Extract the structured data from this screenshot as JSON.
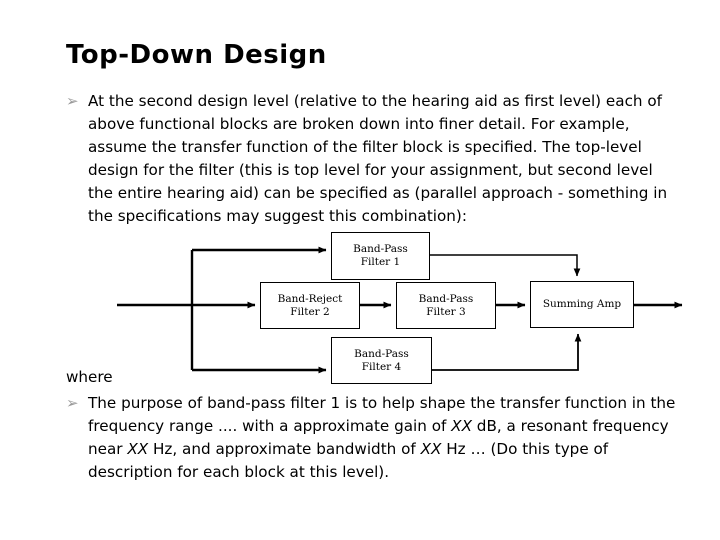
{
  "slide": {
    "title": "Top-Down Design",
    "bullet_glyph": "➢",
    "where_label": "where"
  },
  "body": {
    "bullet_1_parts": [
      {
        "text": "At the second design level (relative to the hearing aid as first level) each of above functional blocks are broken down into finer detail.  For example, assume the transfer function of the filter block is specified.  The top-level design for the filter (this is top level for your assignment, but second level the entire hearing aid) can be specified as (parallel approach - something in the specifications may suggest this combination):",
        "italic": false
      }
    ],
    "bullet_2_parts": [
      {
        "text": "The purpose of band-pass filter 1 is to help shape the transfer function in the frequency range ....  with a approximate gain of ",
        "italic": false
      },
      {
        "text": "XX",
        "italic": true
      },
      {
        "text": " dB, a resonant frequency near ",
        "italic": false
      },
      {
        "text": "XX",
        "italic": true
      },
      {
        "text": " Hz, and approximate bandwidth of ",
        "italic": false
      },
      {
        "text": "XX",
        "italic": true
      },
      {
        "text": " Hz … (Do this type of description for each block at this level).",
        "italic": false
      }
    ]
  },
  "diagram": {
    "blocks": [
      {
        "id": "bpf1",
        "line1": "Band-Pass",
        "line2": "Filter 1"
      },
      {
        "id": "brf2",
        "line1": "Band-Reject",
        "line2": "Filter 2"
      },
      {
        "id": "bpf3",
        "line1": "Band-Pass",
        "line2": "Filter 3"
      },
      {
        "id": "sum",
        "line1": "Summing Amp",
        "line2": ""
      },
      {
        "id": "bpf4",
        "line1": "Band-Pass",
        "line2": "Filter 4"
      }
    ],
    "stroke_color": "#000000",
    "background": "#ffffff"
  }
}
